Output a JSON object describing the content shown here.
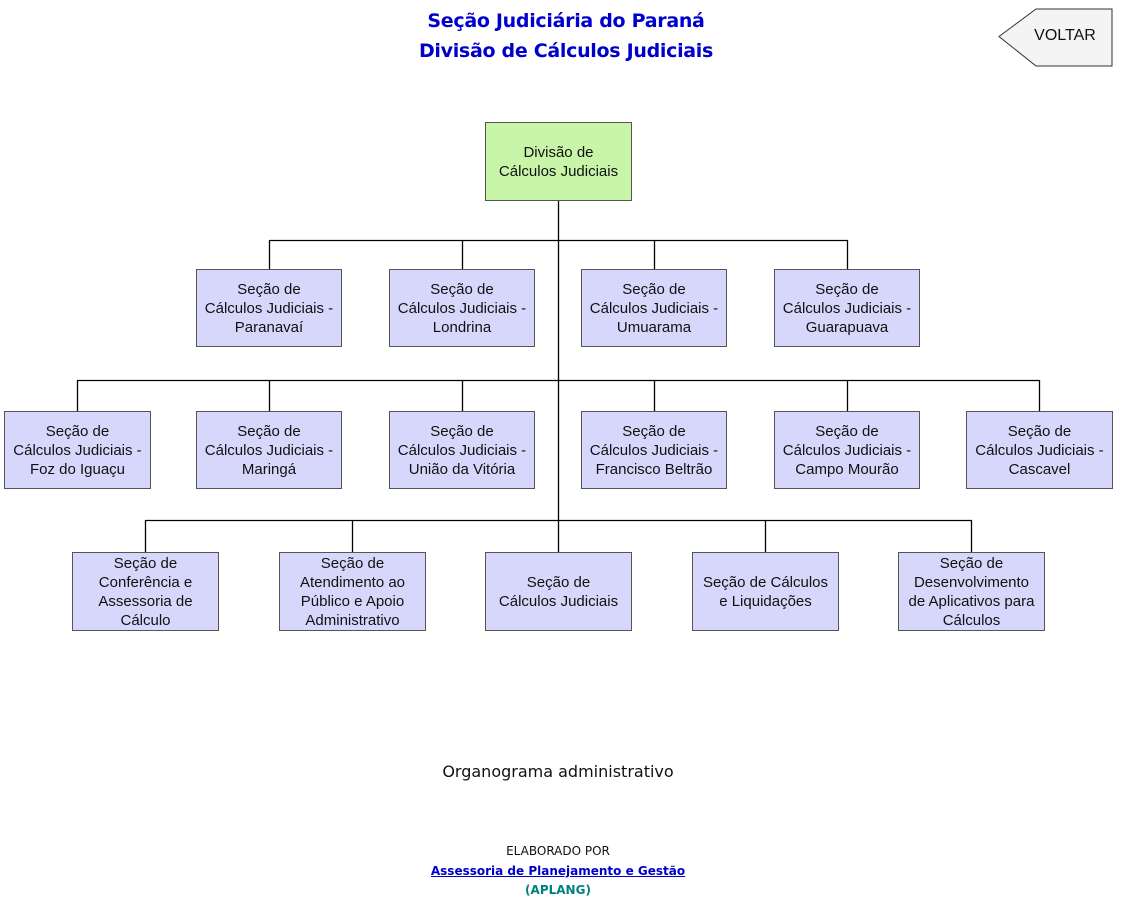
{
  "header": {
    "title_line1": "Seção Judiciária do Paraná",
    "title_line2": "Divisão de Cálculos Judiciais"
  },
  "back_button": {
    "label": "VOLTAR"
  },
  "org_chart": {
    "root": "Divisão de\nCálculos Judiciais",
    "row1": [
      "Seção de\nCálculos Judiciais -\nParanavaí",
      "Seção de\nCálculos Judiciais -\nLondrina",
      "Seção de\nCálculos Judiciais -\nUmuarama",
      "Seção de\nCálculos Judiciais -\nGuarapuava"
    ],
    "row2": [
      "Seção de\nCálculos Judiciais -\nFoz do Iguaçu",
      "Seção de\nCálculos Judiciais -\nMaringá",
      "Seção de\nCálculos Judiciais -\nUnião da Vitória",
      "Seção de\nCálculos Judiciais -\nFrancisco Beltrão",
      "Seção de\nCálculos Judiciais  -\nCampo Mourão",
      "Seção de\nCálculos Judiciais -\nCascavel"
    ],
    "row3": [
      "Seção de\nConferência e\nAssessoria de\nCálculo",
      "Seção de\nAtendimento ao\nPúblico e Apoio\nAdministrativo",
      "Seção de\nCálculos Judiciais",
      "Seção de Cálculos\ne Liquidações",
      "Seção de\nDesenvolvimento\nde Aplicativos para\nCálculos"
    ]
  },
  "footer": {
    "caption": "Organograma administrativo",
    "credit_prefix": "ELABORADO POR",
    "credit_link": "Assessoria de Planejamento e Gestão",
    "credit_abbr": "(APLANG)"
  },
  "colors": {
    "title": "#0000cc",
    "root_box": "#c8f5a8",
    "unit_box": "#d7d7fb",
    "link": "#0000cc",
    "abbr": "#008080"
  }
}
